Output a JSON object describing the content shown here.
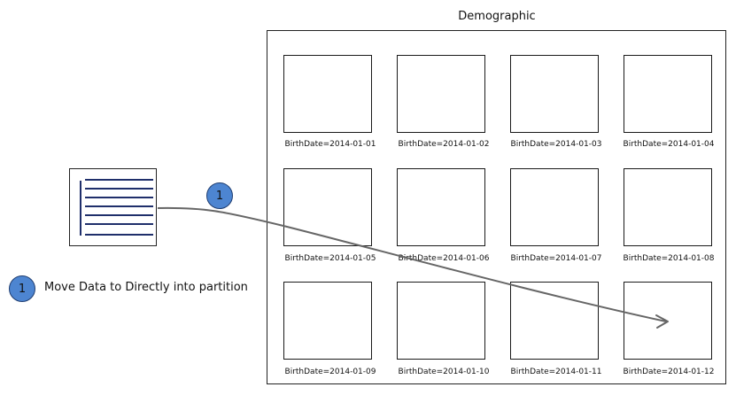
{
  "diagram": {
    "title": "Demographic",
    "partitions": [
      "BirthDate=2014-01-01",
      "BirthDate=2014-01-02",
      "BirthDate=2014-01-03",
      "BirthDate=2014-01-04",
      "BirthDate=2014-01-05",
      "BirthDate=2014-01-06",
      "BirthDate=2014-01-07",
      "BirthDate=2014-01-08",
      "BirthDate=2014-01-09",
      "BirthDate=2014-01-10",
      "BirthDate=2014-01-11",
      "BirthDate=2014-01-12"
    ],
    "step_badge": "1",
    "legend": {
      "number": "1",
      "text": "Move Data to Directly into partition"
    },
    "colors": {
      "badge_fill": "#4d85d1",
      "doc_lines": "#1f2f6b",
      "arrow": "#666666"
    }
  }
}
